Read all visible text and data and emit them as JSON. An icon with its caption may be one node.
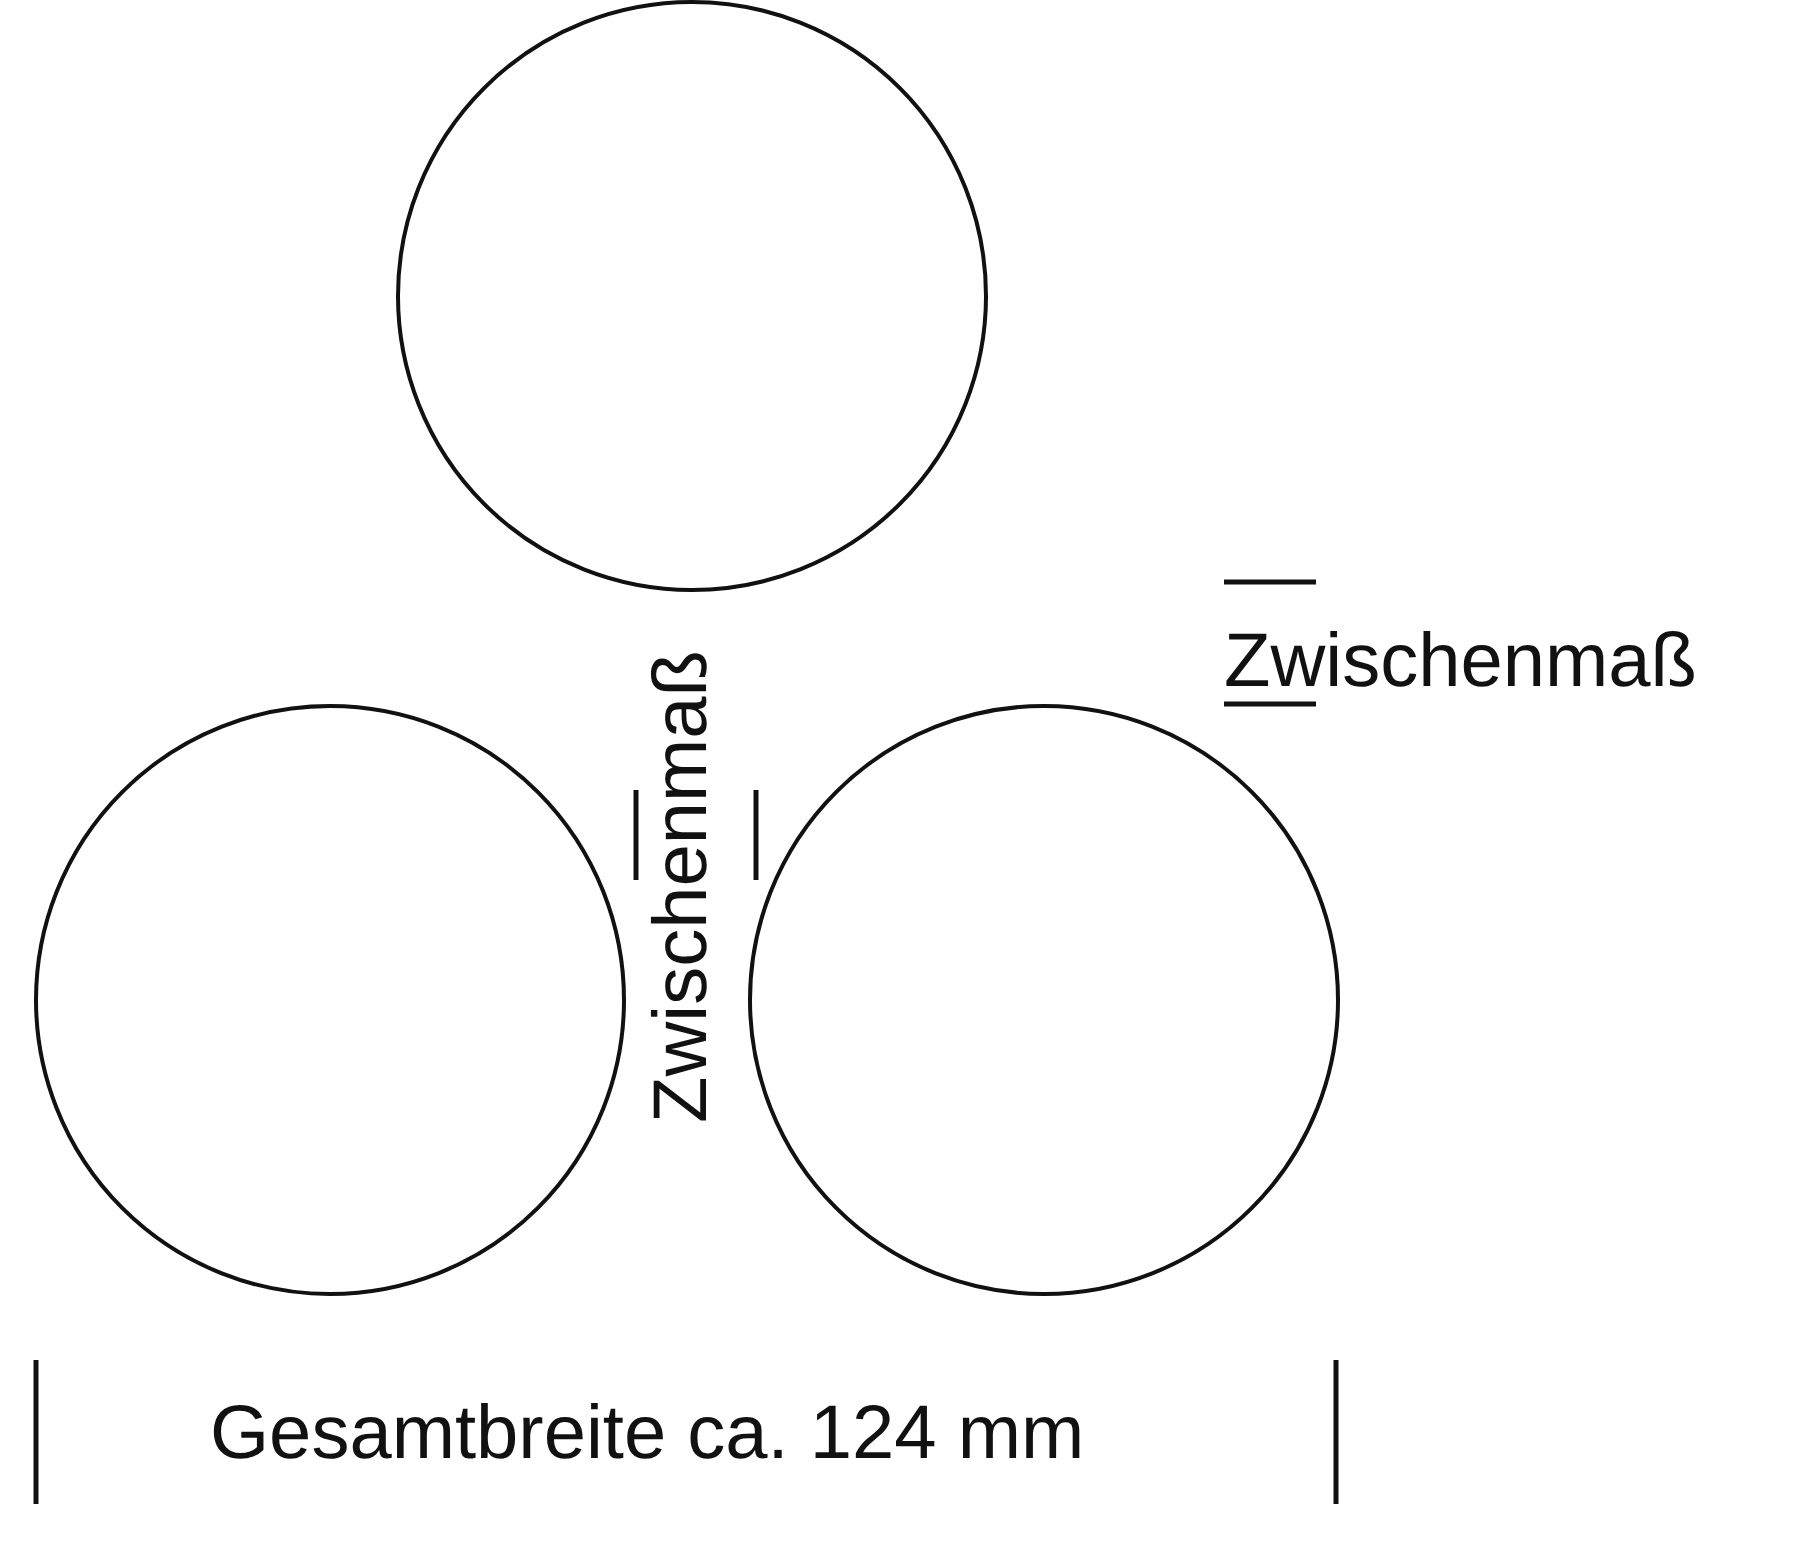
{
  "diagram": {
    "nodes": [
      {
        "text": [],
        "shape": "circle"
      },
      {
        "text": [],
        "shape": "circle"
      },
      {
        "text": [],
        "shape": "circle"
      }
    ],
    "labels": [
      "Zwischenmaß",
      "Zwischenmaß",
      "Gesamtbreite ca. 124 mm"
    ]
  }
}
